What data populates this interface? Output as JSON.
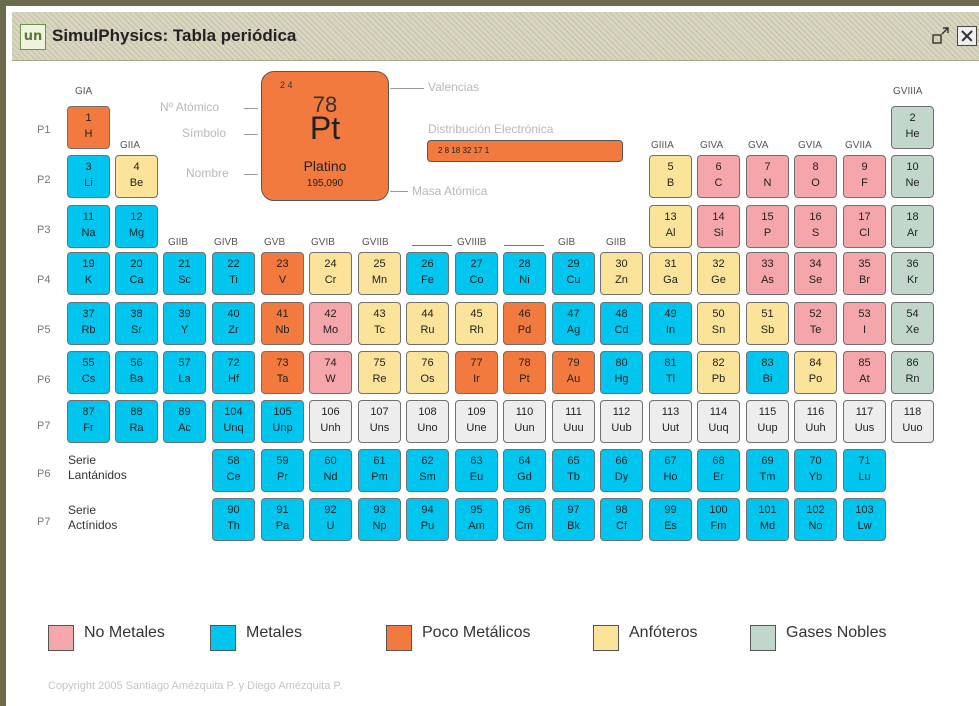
{
  "window": {
    "title": "SimulPhysics: Tabla periódica",
    "logo_text": "un"
  },
  "colors": {
    "no_metales": "#f4a6ab",
    "metales": "#00c6ef",
    "poco_metalicos": "#f37a3e",
    "anfoteros": "#fbe39a",
    "gases_nobles": "#c2d7cb",
    "sin_clasificar": "#ededed"
  },
  "labels": {
    "groups": [
      "GIA",
      "GIIA",
      "GIIB",
      "GIVB",
      "GVB",
      "GVIB",
      "GVIIB",
      "GVIIIB",
      "GIB",
      "GIIB",
      "GIIIA",
      "GIVA",
      "GVA",
      "GVIA",
      "GVIIA",
      "GVIIIA"
    ],
    "periods": [
      "P1",
      "P2",
      "P3",
      "P4",
      "P5",
      "P6",
      "P7",
      "P6",
      "P7"
    ],
    "lantanidos": "Serie\nLantánidos",
    "actinidos": "Serie\nActínidos"
  },
  "example": {
    "valence": "2 4",
    "number": "78",
    "symbol": "Pt",
    "name": "Platino",
    "mass": "195,090",
    "distribution": "2 8 18 32 17 1",
    "annotations": {
      "valencias": "Valencias",
      "numero_atomico": "Nº Atómico",
      "simbolo": "Símbolo",
      "nombre": "Nombre",
      "distribucion": "Distribución Electrónica",
      "masa": "Masa Atómica"
    }
  },
  "elements": [
    {
      "n": "1",
      "s": "H",
      "c": "pm"
    },
    {
      "n": "2",
      "s": "He",
      "c": "gn"
    },
    {
      "n": "3",
      "s": "Li",
      "c": "m"
    },
    {
      "n": "4",
      "s": "Be",
      "c": "an"
    },
    {
      "n": "5",
      "s": "B",
      "c": "an"
    },
    {
      "n": "6",
      "s": "C",
      "c": "nm"
    },
    {
      "n": "7",
      "s": "N",
      "c": "nm"
    },
    {
      "n": "8",
      "s": "O",
      "c": "nm"
    },
    {
      "n": "9",
      "s": "F",
      "c": "nm"
    },
    {
      "n": "10",
      "s": "Ne",
      "c": "gn"
    },
    {
      "n": "11",
      "s": "Na",
      "c": "m"
    },
    {
      "n": "12",
      "s": "Mg",
      "c": "m"
    },
    {
      "n": "13",
      "s": "Al",
      "c": "an"
    },
    {
      "n": "14",
      "s": "Si",
      "c": "nm"
    },
    {
      "n": "15",
      "s": "P",
      "c": "nm"
    },
    {
      "n": "16",
      "s": "S",
      "c": "nm"
    },
    {
      "n": "17",
      "s": "Cl",
      "c": "nm"
    },
    {
      "n": "18",
      "s": "Ar",
      "c": "gn"
    },
    {
      "n": "19",
      "s": "K",
      "c": "m"
    },
    {
      "n": "20",
      "s": "Ca",
      "c": "m"
    },
    {
      "n": "21",
      "s": "Sc",
      "c": "m"
    },
    {
      "n": "22",
      "s": "Ti",
      "c": "m"
    },
    {
      "n": "23",
      "s": "V",
      "c": "pm"
    },
    {
      "n": "24",
      "s": "Cr",
      "c": "an"
    },
    {
      "n": "25",
      "s": "Mn",
      "c": "an"
    },
    {
      "n": "26",
      "s": "Fe",
      "c": "m"
    },
    {
      "n": "27",
      "s": "Co",
      "c": "m"
    },
    {
      "n": "28",
      "s": "Ni",
      "c": "m"
    },
    {
      "n": "29",
      "s": "Cu",
      "c": "m"
    },
    {
      "n": "30",
      "s": "Zn",
      "c": "an"
    },
    {
      "n": "31",
      "s": "Ga",
      "c": "an"
    },
    {
      "n": "32",
      "s": "Ge",
      "c": "an"
    },
    {
      "n": "33",
      "s": "As",
      "c": "nm"
    },
    {
      "n": "34",
      "s": "Se",
      "c": "nm"
    },
    {
      "n": "35",
      "s": "Br",
      "c": "nm"
    },
    {
      "n": "36",
      "s": "Kr",
      "c": "gn"
    },
    {
      "n": "37",
      "s": "Rb",
      "c": "m"
    },
    {
      "n": "38",
      "s": "Sr",
      "c": "m"
    },
    {
      "n": "39",
      "s": "Y",
      "c": "m"
    },
    {
      "n": "40",
      "s": "Zr",
      "c": "m"
    },
    {
      "n": "41",
      "s": "Nb",
      "c": "pm"
    },
    {
      "n": "42",
      "s": "Mo",
      "c": "nm"
    },
    {
      "n": "43",
      "s": "Tc",
      "c": "an"
    },
    {
      "n": "44",
      "s": "Ru",
      "c": "an"
    },
    {
      "n": "45",
      "s": "Rh",
      "c": "an"
    },
    {
      "n": "46",
      "s": "Pd",
      "c": "pm"
    },
    {
      "n": "47",
      "s": "Ag",
      "c": "m"
    },
    {
      "n": "48",
      "s": "Cd",
      "c": "m"
    },
    {
      "n": "49",
      "s": "In",
      "c": "m"
    },
    {
      "n": "50",
      "s": "Sn",
      "c": "an"
    },
    {
      "n": "51",
      "s": "Sb",
      "c": "an"
    },
    {
      "n": "52",
      "s": "Te",
      "c": "nm"
    },
    {
      "n": "53",
      "s": "I",
      "c": "nm"
    },
    {
      "n": "54",
      "s": "Xe",
      "c": "gn"
    },
    {
      "n": "55",
      "s": "Cs",
      "c": "m"
    },
    {
      "n": "56",
      "s": "Ba",
      "c": "m"
    },
    {
      "n": "57",
      "s": "La",
      "c": "m"
    },
    {
      "n": "72",
      "s": "Hf",
      "c": "m"
    },
    {
      "n": "73",
      "s": "Ta",
      "c": "pm"
    },
    {
      "n": "74",
      "s": "W",
      "c": "nm"
    },
    {
      "n": "75",
      "s": "Re",
      "c": "an"
    },
    {
      "n": "76",
      "s": "Os",
      "c": "an"
    },
    {
      "n": "77",
      "s": "Ir",
      "c": "pm"
    },
    {
      "n": "78",
      "s": "Pt",
      "c": "pm"
    },
    {
      "n": "79",
      "s": "Au",
      "c": "pm"
    },
    {
      "n": "80",
      "s": "Hg",
      "c": "m"
    },
    {
      "n": "81",
      "s": "Tl",
      "c": "m"
    },
    {
      "n": "82",
      "s": "Pb",
      "c": "an"
    },
    {
      "n": "83",
      "s": "Bi",
      "c": "m"
    },
    {
      "n": "84",
      "s": "Po",
      "c": "an"
    },
    {
      "n": "85",
      "s": "At",
      "c": "nm"
    },
    {
      "n": "86",
      "s": "Rn",
      "c": "gn"
    },
    {
      "n": "87",
      "s": "Fr",
      "c": "m"
    },
    {
      "n": "88",
      "s": "Ra",
      "c": "m"
    },
    {
      "n": "89",
      "s": "Ac",
      "c": "m"
    },
    {
      "n": "104",
      "s": "Unq",
      "c": "m"
    },
    {
      "n": "105",
      "s": "Unp",
      "c": "m"
    },
    {
      "n": "106",
      "s": "Unh",
      "c": "un"
    },
    {
      "n": "107",
      "s": "Uns",
      "c": "un"
    },
    {
      "n": "108",
      "s": "Uno",
      "c": "un"
    },
    {
      "n": "109",
      "s": "Une",
      "c": "un"
    },
    {
      "n": "110",
      "s": "Uun",
      "c": "un"
    },
    {
      "n": "111",
      "s": "Uuu",
      "c": "un"
    },
    {
      "n": "112",
      "s": "Uub",
      "c": "un"
    },
    {
      "n": "113",
      "s": "Uut",
      "c": "un"
    },
    {
      "n": "114",
      "s": "Uuq",
      "c": "un"
    },
    {
      "n": "115",
      "s": "Uup",
      "c": "un"
    },
    {
      "n": "116",
      "s": "Uuh",
      "c": "un"
    },
    {
      "n": "117",
      "s": "Uus",
      "c": "un"
    },
    {
      "n": "118",
      "s": "Uuo",
      "c": "un"
    },
    {
      "n": "58",
      "s": "Ce",
      "c": "m"
    },
    {
      "n": "59",
      "s": "Pr",
      "c": "m"
    },
    {
      "n": "60",
      "s": "Nd",
      "c": "m"
    },
    {
      "n": "61",
      "s": "Pm",
      "c": "m"
    },
    {
      "n": "62",
      "s": "Sm",
      "c": "m"
    },
    {
      "n": "63",
      "s": "Eu",
      "c": "m"
    },
    {
      "n": "64",
      "s": "Gd",
      "c": "m"
    },
    {
      "n": "65",
      "s": "Tb",
      "c": "m"
    },
    {
      "n": "66",
      "s": "Dy",
      "c": "m"
    },
    {
      "n": "67",
      "s": "Ho",
      "c": "m"
    },
    {
      "n": "68",
      "s": "Er",
      "c": "m"
    },
    {
      "n": "69",
      "s": "Tm",
      "c": "m"
    },
    {
      "n": "70",
      "s": "Yb",
      "c": "m"
    },
    {
      "n": "71",
      "s": "Lu",
      "c": "m"
    },
    {
      "n": "90",
      "s": "Th",
      "c": "m"
    },
    {
      "n": "91",
      "s": "Pa",
      "c": "m"
    },
    {
      "n": "92",
      "s": "U",
      "c": "m"
    },
    {
      "n": "93",
      "s": "Np",
      "c": "m"
    },
    {
      "n": "94",
      "s": "Pu",
      "c": "m"
    },
    {
      "n": "95",
      "s": "Am",
      "c": "m"
    },
    {
      "n": "96",
      "s": "Cm",
      "c": "m"
    },
    {
      "n": "97",
      "s": "Bk",
      "c": "m"
    },
    {
      "n": "98",
      "s": "Cf",
      "c": "m"
    },
    {
      "n": "99",
      "s": "Es",
      "c": "m"
    },
    {
      "n": "100",
      "s": "Fm",
      "c": "m"
    },
    {
      "n": "101",
      "s": "Md",
      "c": "m"
    },
    {
      "n": "102",
      "s": "No",
      "c": "m"
    },
    {
      "n": "103",
      "s": "Lw",
      "c": "m"
    }
  ],
  "legend": [
    "No Metales",
    "Metales",
    "Poco Metálicos",
    "Anfóteros",
    "Gases Nobles"
  ],
  "copyright": "Copyright 2005 Santiago Amézquita P. y Diego Amézquita P."
}
